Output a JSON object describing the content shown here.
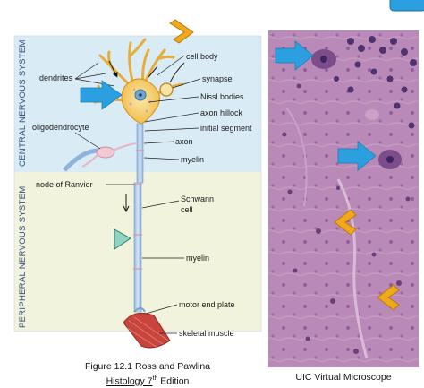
{
  "diagram": {
    "section_labels": {
      "cns": "CENTRAL NERVOUS SYSTEM",
      "pns": "PERIPHERAL NERVOUS SYSTEM"
    },
    "labels": {
      "dendrites": "dendrites",
      "cell_body": "cell body",
      "synapse": "synapse",
      "nissl_bodies": "Nissl bodies",
      "axon_hillock": "axon hillock",
      "initial_segment": "initial segment",
      "oligodendrocyte": "oligodendrocyte",
      "axon": "axon",
      "myelin_cns": "myelin",
      "node_of_ranvier": "node of Ranvier",
      "schwann_cell_1": "Schwann",
      "schwann_cell_2": "cell",
      "myelin_pns": "myelin",
      "motor_end_plate": "motor end plate",
      "skeletal_muscle": "skeletal muscle"
    },
    "colors": {
      "cns_bg": "#d9ecf6",
      "pns_bg": "#f2f3dc",
      "blue_arrow": "#2b9fdf",
      "orange_chevron": "#f0a81c",
      "teal_triangle": "#8fd3c2",
      "neuron_body": "#f2c45a",
      "muscle": "#c9443d"
    }
  },
  "captions": {
    "figure_line1": "Figure 12.1 Ross and Pawlina",
    "figure_line2_main": "Histology 7",
    "figure_line2_sup": "th",
    "figure_line2_end": " Edition",
    "micro": "UIC Virtual Microscope"
  },
  "icons": {
    "top_right": "blue-tab-icon"
  }
}
